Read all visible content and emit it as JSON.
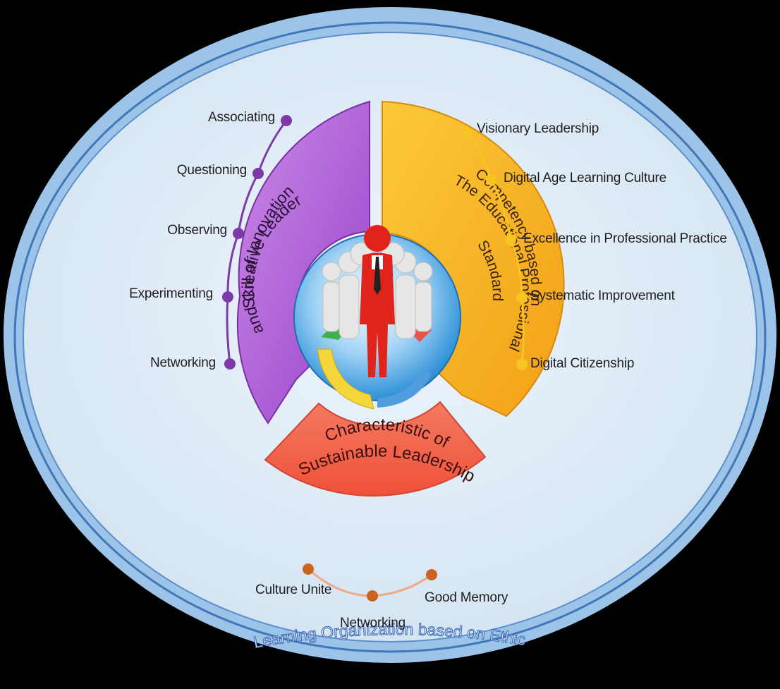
{
  "colors": {
    "background": "#000000",
    "outer_ring": "#8fb8e0",
    "inner_field": "#dce9f5",
    "skill_segment": "#a24cd0",
    "competency_segment": "#f7b21f",
    "sustainable_segment": "#f2604e",
    "skill_bullet": "#7c3aa8",
    "competency_bullet": "#f6c522",
    "sustainable_bullet": "#c8641f"
  },
  "segments": {
    "skill": {
      "line1": "Skill of Innovation",
      "line2": "and Creative Leader"
    },
    "competency": {
      "line1": "Competency based on",
      "line2": "The Educational Professional",
      "line3": "Standard"
    },
    "sustainable": {
      "line1": "Characteristic of",
      "line2": "Sustainable Leadership"
    }
  },
  "skill_items": [
    "Associating",
    "Questioning",
    "Observing",
    "Experimenting",
    "Networking"
  ],
  "competency_items": [
    "Visionary Leadership",
    "Digital Age Learning Culture",
    "Excellence in Professional Practice",
    "Systematic Improvement",
    "Digital Citizenship"
  ],
  "sustainable_items": [
    "Culture Unite",
    "Networking",
    "Good Memory"
  ],
  "footer": "Learning Organization based on Ethic",
  "center_icon": "people-leader-icon"
}
